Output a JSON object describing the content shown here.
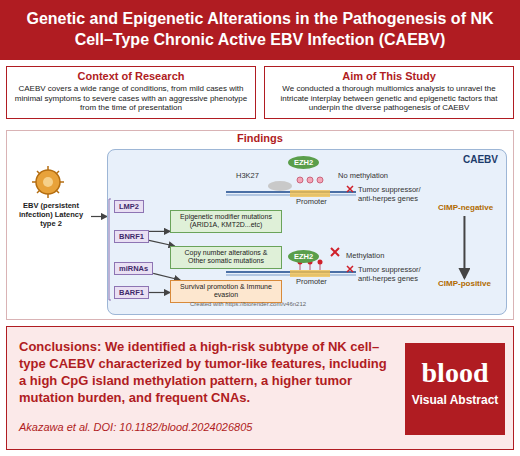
{
  "diagram": {
    "title": "Genetic and Epigenetic Alterations in the Pathogenesis of NK Cell–Type Chronic Active EBV Infection (CAEBV)",
    "nodes": [
      {
        "text": [
          "Context of Research",
          "CAEBV covers a wide range of conditions, from mild cases with minimal symptoms to severe cases with an aggressive phenotype from the time of presentation"
        ]
      },
      {
        "text": [
          "Aim of This Study",
          "We conducted a thorough multiomics analysis to unravel the intricate interplay between genetic and epigenetic factors that underpin the diverse pathogenesis of CAEBV"
        ]
      },
      {
        "text": [
          "Findings"
        ]
      },
      {
        "text": [
          "EBV (persistent infection) Latency type 2"
        ],
        "in": 2
      },
      {
        "text": [
          "CAEBV"
        ],
        "in": 2
      },
      {
        "text": [
          "EZH2"
        ],
        "in": 4
      },
      {
        "text": [
          "LMP2"
        ],
        "in": 4
      },
      {
        "text": [
          "BNRF1"
        ],
        "in": 4
      },
      {
        "text": [
          "miRNAs"
        ],
        "in": 4
      },
      {
        "text": [
          "BARF1"
        ],
        "in": 4
      },
      {
        "text": [
          "Epigenetic modifier mutations (ARID1A, KMT2D...etc)"
        ],
        "in": 4
      },
      {
        "text": [
          "Copy number alterations & Other somatic mutations"
        ],
        "in": 4
      },
      {
        "text": [
          "Survival promotion & Immune evasion"
        ],
        "in": 4
      },
      {
        "text": [
          "EZH2"
        ],
        "in": 4
      },
      {
        "text": [
          "CIMP-negative"
        ],
        "in": 4
      },
      {
        "text": [
          "CIMP-positive"
        ],
        "in": 4
      },
      {
        "text": [
          "Conclusions: We identified a high-risk subtype of NK cell–type CAEBV characterized by tumor-like features, including a high CpG island methylation pattern, a higher tumor mutation burden, and frequent CNAs.",
          "Akazawa et al. DOI: 10.1182/blood.2024026805"
        ]
      },
      {
        "text": [
          "blood",
          "Visual Abstract"
        ],
        "in": 16
      }
    ],
    "edges": [
      {
        "from": 3,
        "to": 4,
        "arrow": "to"
      },
      {
        "from": 7,
        "to": 10,
        "arrow": "to"
      },
      {
        "from": 7,
        "to": 11,
        "arrow": "to"
      },
      {
        "from": 8,
        "to": 12,
        "arrow": "to"
      },
      {
        "from": 9,
        "to": 12,
        "arrow": "to"
      },
      {
        "from": 14,
        "to": 15,
        "arrow": "to"
      }
    ],
    "labels": [
      "H3K27",
      "No methylation",
      "Promoter",
      "Tumor suppressor/ anti-herpes genes",
      "Methylation",
      "Promoter",
      "Tumor suppressor/ anti-herpes genes",
      "Created with https://biorender.com/v46n212"
    ]
  }
}
